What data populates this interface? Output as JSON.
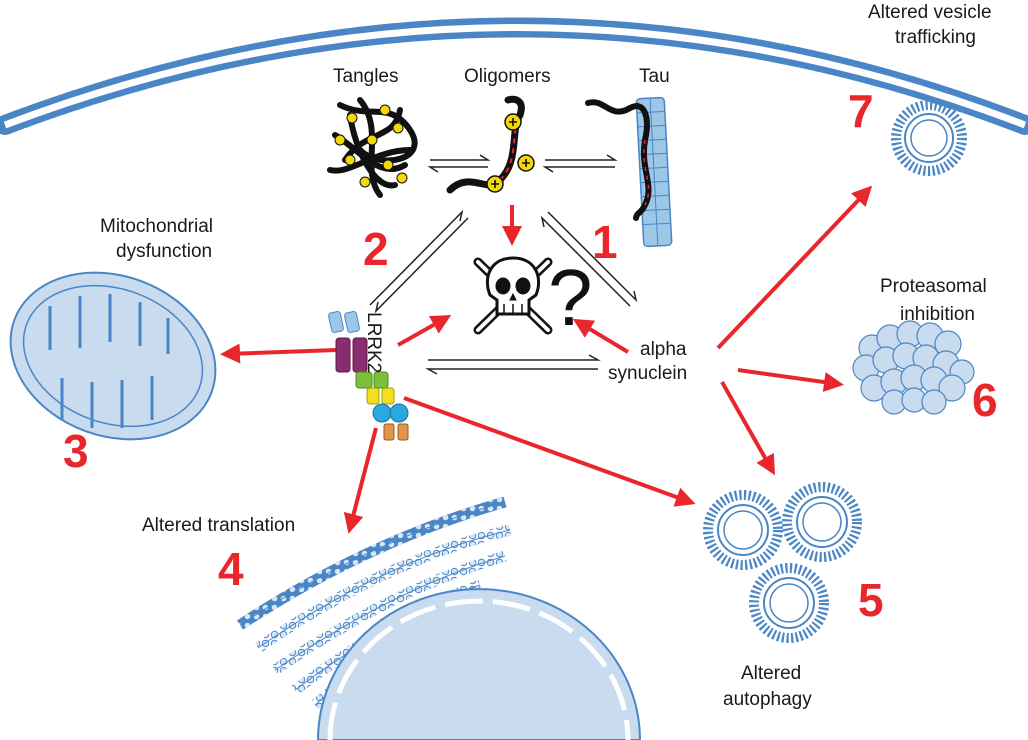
{
  "labels": {
    "tangles": "Tangles",
    "oligomers": "Oligomers",
    "tau": "Tau",
    "mito_line1": "Mitochondrial",
    "mito_line2": "dysfunction",
    "lrrk2": "LRRK2",
    "alpha_line1": "alpha",
    "alpha_line2": "synuclein",
    "vesicle_line1": "Altered vesicle",
    "vesicle_line2": "trafficking",
    "proteasome_line1": "Proteasomal",
    "proteasome_line2": "inhibition",
    "translation": "Altered translation",
    "autophagy_line1": "Altered",
    "autophagy_line2": "autophagy",
    "question": "?"
  },
  "numbers": {
    "n1": "1",
    "n2": "2",
    "n3": "3",
    "n4": "4",
    "n5": "5",
    "n6": "6",
    "n7": "7"
  },
  "colors": {
    "arrow_red": "#e8262c",
    "membrane_blue": "#4a86c5",
    "organelle_fill": "#c9dbee",
    "number_red": "#e8262c"
  },
  "icons": [
    "skull-crossbones-icon",
    "question-mark-icon",
    "lrrk2-protein-icon"
  ]
}
